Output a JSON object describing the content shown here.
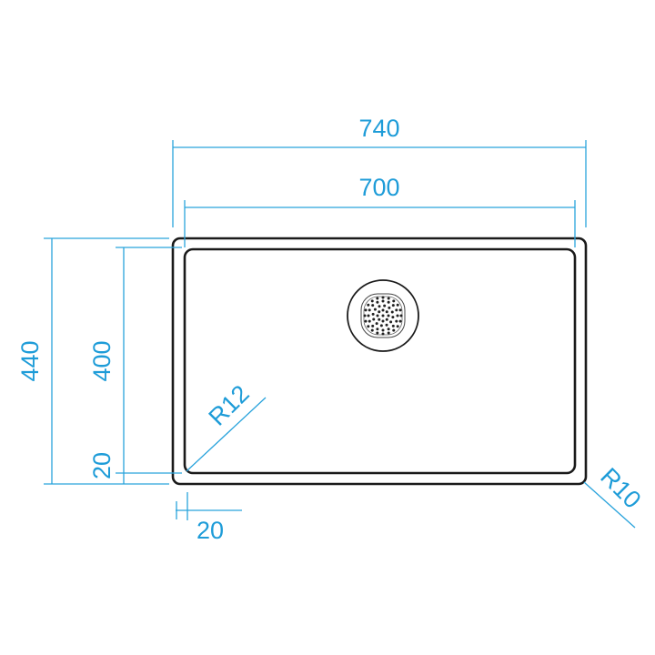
{
  "dimensions": {
    "outer_width": "740",
    "inner_width": "700",
    "outer_height": "440",
    "inner_height": "400",
    "rim_vertical": "20",
    "rim_horizontal": "20",
    "inner_radius": "R12",
    "outer_radius": "R10"
  },
  "colors": {
    "dimension": "#1e9cd8",
    "outline": "#1a1a1a"
  }
}
